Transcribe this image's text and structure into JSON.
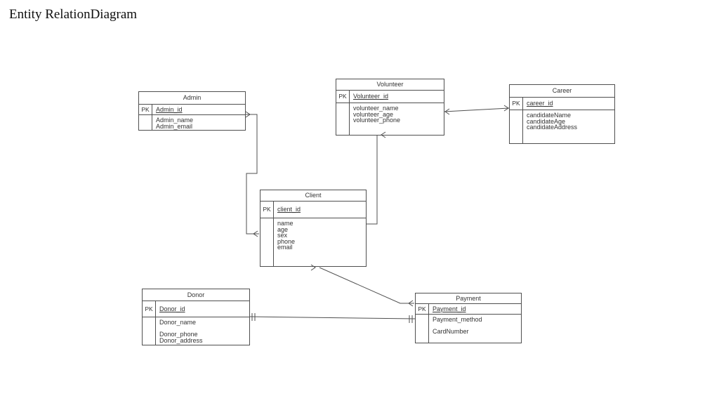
{
  "page": {
    "title": "Entity RelationDiagram"
  },
  "colors": {
    "line": "#4f4f4f",
    "text": "#333333",
    "background": "#ffffff"
  },
  "entities": [
    {
      "name": "Admin",
      "pk_label": "PK",
      "pk_field": "Admin_id",
      "attributes": [
        "Admin_name",
        "Admin_email"
      ]
    },
    {
      "name": "Volunteer",
      "pk_label": "PK",
      "pk_field": "Volunteer_id",
      "attributes": [
        "volunteer_name",
        "volunteer_age",
        "volunteer_phone"
      ]
    },
    {
      "name": "Career",
      "pk_label": "PK",
      "pk_field": "career_id",
      "attributes": [
        "candidateName",
        "candidateAge",
        "candidateAddress"
      ]
    },
    {
      "name": "Client",
      "pk_label": "PK",
      "pk_field": "client_id",
      "attributes": [
        "name",
        "age",
        "sex",
        "phone",
        "email"
      ]
    },
    {
      "name": "Donor",
      "pk_label": "PK",
      "pk_field": "Donor_id",
      "attributes": [
        "Donor_name",
        "",
        "Donor_phone",
        "Donor_address"
      ]
    },
    {
      "name": "Payment",
      "pk_label": "PK",
      "pk_field": "Payment_id",
      "attributes": [
        "Payment_method",
        "",
        "CardNumber"
      ]
    }
  ],
  "relationships": [
    {
      "from": "Admin",
      "to": "Client"
    },
    {
      "from": "Volunteer",
      "to": "Career"
    },
    {
      "from": "Client",
      "to": "Volunteer"
    },
    {
      "from": "Client",
      "to": "Payment"
    },
    {
      "from": "Donor",
      "to": "Payment"
    }
  ]
}
